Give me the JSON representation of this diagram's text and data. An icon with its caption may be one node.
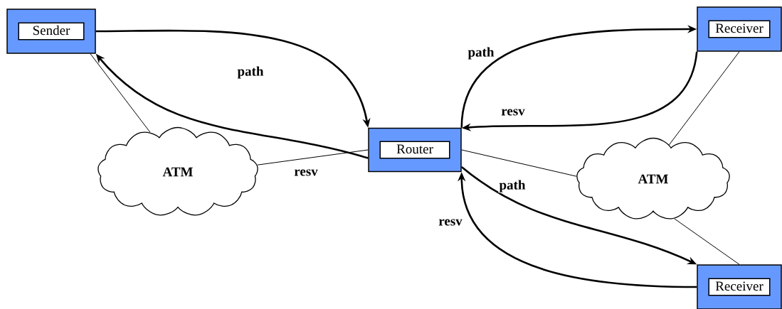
{
  "diagram": {
    "nodes": [
      {
        "text": [
          "Sender"
        ]
      },
      {
        "text": [
          "Receiver"
        ]
      },
      {
        "text": [
          "ATM"
        ]
      },
      {
        "text": [
          "Router"
        ]
      },
      {
        "text": [
          "ATM"
        ]
      },
      {
        "text": [
          "Receiver"
        ]
      }
    ],
    "edges": [
      {
        "from": 0,
        "to": 3,
        "arrow": "to",
        "label": "path"
      },
      {
        "from": 3,
        "to": 0,
        "arrow": "to",
        "label": "resv"
      },
      {
        "from": 3,
        "to": 1,
        "arrow": "to",
        "label": "path"
      },
      {
        "from": 1,
        "to": 3,
        "arrow": "to",
        "label": "resv"
      },
      {
        "from": 3,
        "to": 5,
        "arrow": "to",
        "label": "path"
      },
      {
        "from": 5,
        "to": 3,
        "arrow": "to",
        "label": "resv"
      },
      {
        "from": 0,
        "to": 2,
        "arrow": "none"
      },
      {
        "from": 2,
        "to": 3,
        "arrow": "none"
      },
      {
        "from": 3,
        "to": 4,
        "arrow": "none"
      },
      {
        "from": 4,
        "to": 1,
        "arrow": "none"
      },
      {
        "from": 4,
        "to": 5,
        "arrow": "none"
      }
    ]
  }
}
